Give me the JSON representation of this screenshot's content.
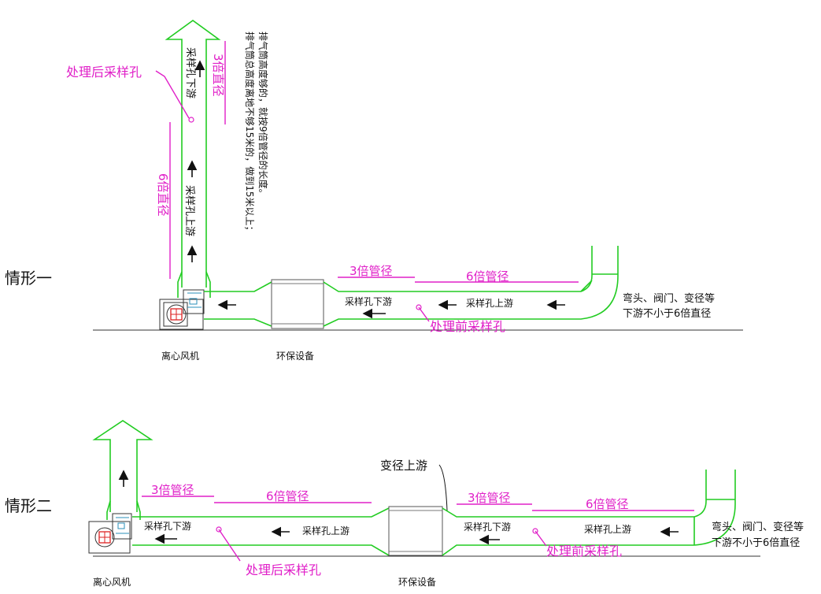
{
  "scenario1": {
    "title": "情形一",
    "fan_label": "离心风机",
    "equipment_label": "环保设备",
    "stack_note_line1": "排气筒总高度离地不够15米的，做到15米以上；",
    "stack_note_line2": "排气筒高度够的，就按9倍管径的长度。",
    "post_sample_label": "处理后采样孔",
    "stack_upstream_label": "采样孔上游",
    "stack_downstream_label": "采样孔下游",
    "stack_6d_label": "6倍直径",
    "stack_3d_label": "3倍直径",
    "duct_3d_label": "3倍管径",
    "duct_6d_label": "6倍管径",
    "duct_downstream_label": "采样孔下游",
    "duct_upstream_label": "采样孔上游",
    "pre_sample_label": "处理前采样孔",
    "elbow_note_line1": "弯头、阀门、变径等",
    "elbow_note_line2": "下游不小于6倍直径"
  },
  "scenario2": {
    "title": "情形二",
    "fan_label": "离心风机",
    "equipment_label": "环保设备",
    "reducer_label": "变径上游",
    "left_3d_label": "3倍管径",
    "left_6d_label": "6倍管径",
    "right_3d_label": "3倍管径",
    "right_6d_label": "6倍管径",
    "left_downstream_label": "采样孔下游",
    "left_upstream_label": "采样孔上游",
    "right_downstream_label": "采样孔下游",
    "right_upstream_label": "采样孔上游",
    "post_sample_label": "处理后采样孔",
    "pre_sample_label": "处理前采样孔",
    "elbow_note_line1": "弯头、阀门、变径等",
    "elbow_note_line2": "下游不小于6倍直径"
  },
  "colors": {
    "duct": "#22cc22",
    "annotation": "#e020c8",
    "text": "#111111"
  }
}
